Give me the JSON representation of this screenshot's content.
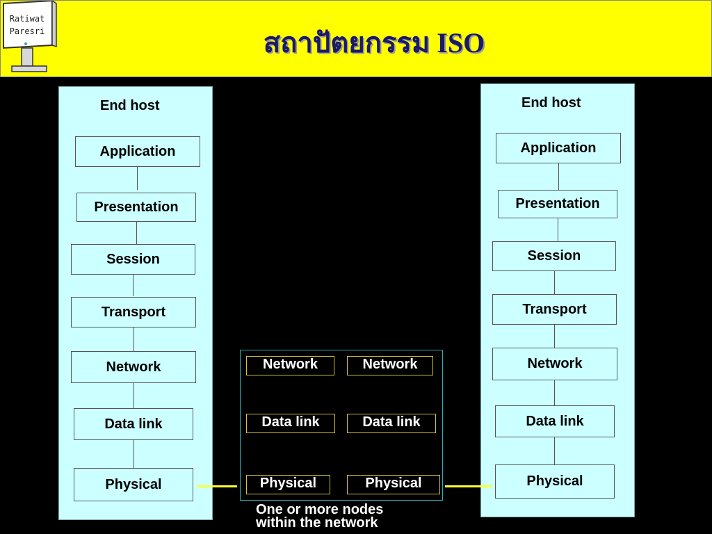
{
  "title": "สถาปัตยกรรม ISO",
  "logo": {
    "line1": "Ratiwat",
    "line2": "Paresri"
  },
  "left_host": {
    "label": "End host",
    "layers": [
      "Application",
      "Presentation",
      "Session",
      "Transport",
      "Network",
      "Data link",
      "Physical"
    ]
  },
  "right_host": {
    "label": "End host",
    "layers": [
      "Application",
      "Presentation",
      "Session",
      "Transport",
      "Network",
      "Data link",
      "Physical"
    ]
  },
  "network_nodes": {
    "node1": [
      "Network",
      "Data link",
      "Physical"
    ],
    "node2": [
      "Network",
      "Data link",
      "Physical"
    ]
  },
  "caption": {
    "line1": "One or more nodes",
    "line2": "within the network"
  },
  "colors": {
    "header": "#ffff00",
    "panel": "#ccffff",
    "title": "#1a1a66",
    "link": "#ffff33",
    "node_border": "#d6c23a"
  }
}
